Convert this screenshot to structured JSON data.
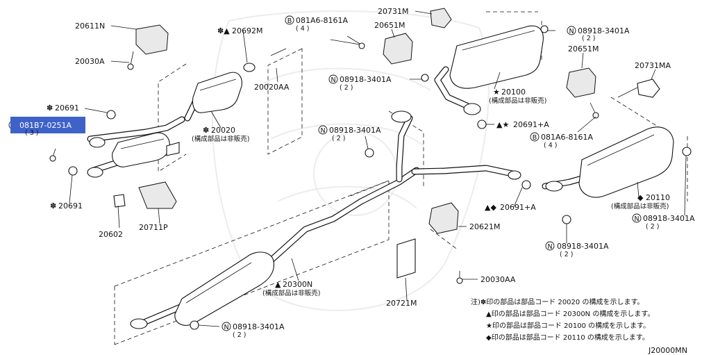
{
  "diagram": {
    "code": "J20000MN",
    "parts": {
      "p20611N": "20611N",
      "p20030A": "20030A",
      "p20692M": "20692M",
      "p20692M_mark": "✽▲",
      "p20020AA": "20020AA",
      "p081A6_top_code": "081A6-8161A",
      "p081A6_top_qty": "( 4 )",
      "p20731M": "20731M",
      "p20651M_top": "20651M",
      "p08918_tr_code": "08918-3401A",
      "p08918_tr_qty": "( 2 )",
      "p20651M_right": "20651M",
      "p20731MA": "20731MA",
      "p08918_mid_code": "08918-3401A",
      "p08918_mid_qty": "( 2 )",
      "p20100": "20100",
      "p20100_mark": "★",
      "p20100_note": "(構成部品は非販売)",
      "p20691_a": "20691",
      "p20691_a_mark": "✽",
      "p081B7_code": "081B7-0251A",
      "p081B7_qty": "( 3 )",
      "p20020": "20020",
      "p20020_mark": "✽",
      "p20020_note": "(構成部品は非販売)",
      "p08918_left_code": "08918-3401A",
      "p08918_left_qty": "( 2 )",
      "p20691A_top": "20691+A",
      "p20691A_top_mark": "▲★",
      "p081A6_right_code": "081A6-8161A",
      "p081A6_right_qty": "( 4 )",
      "p20691_b": "20691",
      "p20691_b_mark": "✽",
      "p20602": "20602",
      "p20711P": "20711P",
      "p20691A_right": "20691+A",
      "p20691A_right_mark": "▲◆",
      "p20110": "20110",
      "p20110_mark": "◆",
      "p20110_note": "(構成部品は非販売)",
      "p08918_far_code": "08918-3401A",
      "p08918_far_qty": "( 2 )",
      "p20621M": "20621M",
      "p08918_low_code": "08918-3401A",
      "p08918_low_qty": "( 2 )",
      "p20030AA": "20030AA",
      "p20300N": "20300N",
      "p20300N_mark": "▲",
      "p20300N_note": "(構成部品は非販売)",
      "p20721M": "20721M",
      "p08918_bottom_code": "08918-3401A",
      "p08918_bottom_qty": "( 2 )"
    },
    "symbols": {
      "bolt": "B",
      "nut": "N"
    },
    "notes": [
      "注)✽印の部品は部品コード 20020 の構成を示します。",
      "▲印の部品は部品コード 20300N の構成を示します。",
      "★印の部品は部品コード 20100 の構成を示します。",
      "◆印の部品は部品コード 20110 の構成を示します。"
    ]
  }
}
